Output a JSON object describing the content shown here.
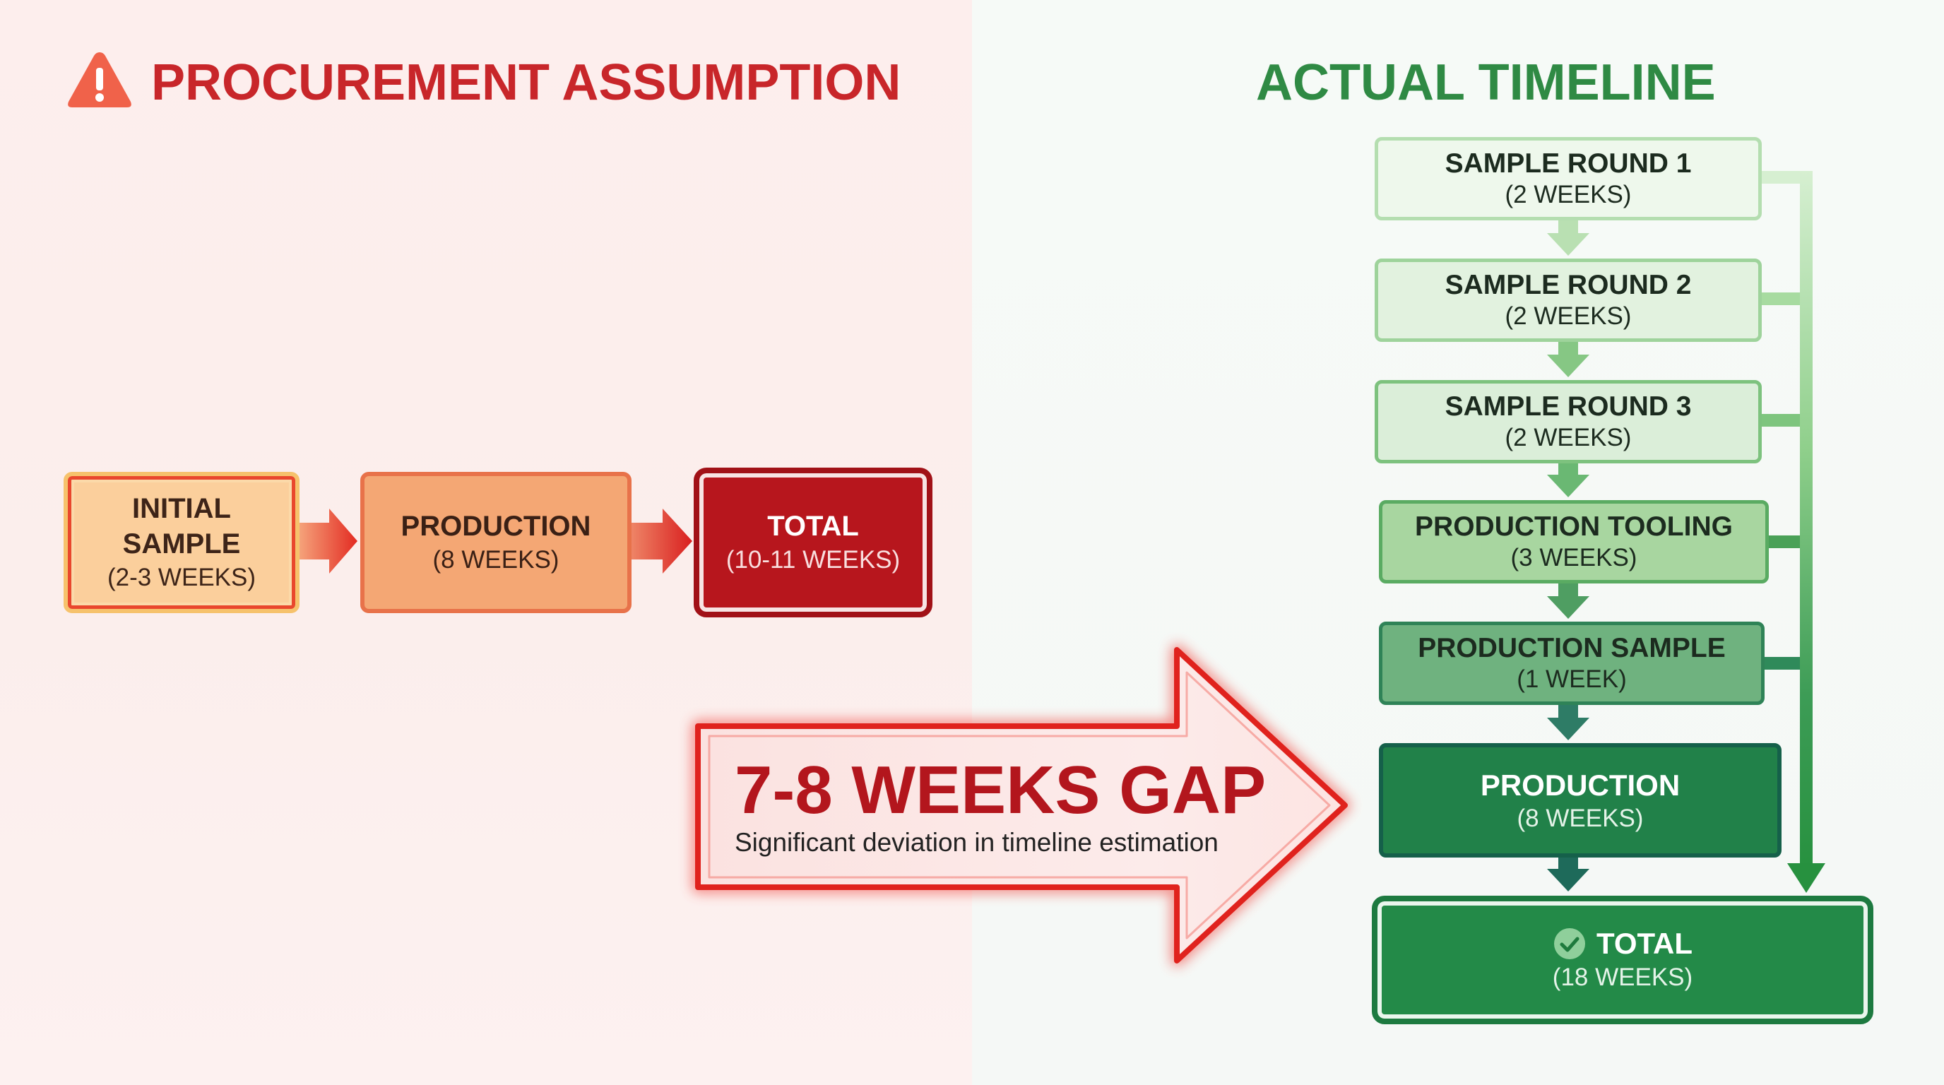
{
  "left_panel": {
    "heading": "PROCUREMENT ASSUMPTION",
    "steps": [
      {
        "title_line1": "INITIAL",
        "title_line2": "SAMPLE",
        "duration": "(2-3 WEEKS)"
      },
      {
        "title": "PRODUCTION",
        "duration": "(8 WEEKS)"
      },
      {
        "title": "TOTAL",
        "duration": "(10-11 WEEKS)"
      }
    ]
  },
  "right_panel": {
    "heading": "ACTUAL TIMELINE",
    "steps": [
      {
        "title": "SAMPLE ROUND 1",
        "duration": "(2 WEEKS)"
      },
      {
        "title": "SAMPLE ROUND 2",
        "duration": "(2 WEEKS)"
      },
      {
        "title": "SAMPLE ROUND 3",
        "duration": "(2 WEEKS)"
      },
      {
        "title": "PRODUCTION TOOLING",
        "duration": "(3 WEEKS)"
      },
      {
        "title": "PRODUCTION SAMPLE",
        "duration": "(1 WEEK)"
      },
      {
        "title": "PRODUCTION",
        "duration": "(8 WEEKS)"
      }
    ],
    "total": {
      "title": "TOTAL",
      "duration": "(18 WEEKS)"
    }
  },
  "gap": {
    "title": "7-8 WEEKS GAP",
    "subtitle": "Significant deviation in timeline estimation"
  },
  "icons": {
    "warning": "warning-triangle-icon",
    "check": "check-circle-icon"
  },
  "colors": {
    "assumption_red": "#c8262a",
    "actual_green": "#2f8a44",
    "total_red": "#b7161d",
    "total_green": "#238a48"
  }
}
